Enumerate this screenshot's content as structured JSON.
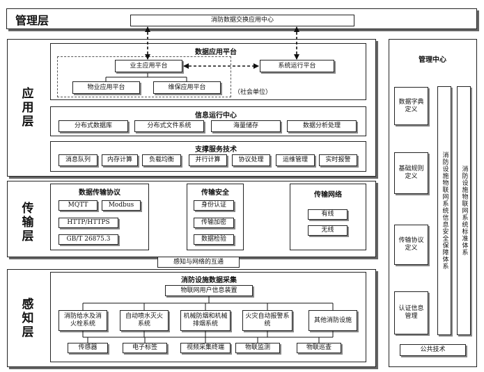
{
  "management": {
    "layer_label": "管理层",
    "exchange_center": "消防数据交换应用中心"
  },
  "application": {
    "layer_label": "应用层",
    "data_platform": {
      "title": "数据应用平台",
      "owner_platform": "业主应用平台",
      "property_platform": "物业应用平台",
      "maintenance_platform": "维保应用平台",
      "system_platform": "系统运行平台",
      "social_unit": "（社会单位）"
    },
    "info_center": {
      "title": "信息运行中心",
      "items": [
        "分布式数据库",
        "分布式文件系统",
        "海量储存",
        "数据分析处理"
      ]
    },
    "support": {
      "title": "支撑服务技术",
      "items": [
        "消息队列",
        "内存计算",
        "负载均衡",
        "并行计算",
        "协议处理",
        "运维管理",
        "实时报警"
      ]
    }
  },
  "transport": {
    "layer_label": "传输层",
    "protocols": {
      "title": "数据传输协议",
      "items": [
        "MQTT",
        "Modbus",
        "HTTP/HTTPS",
        "GB/T 26875.3"
      ]
    },
    "security": {
      "title": "传输安全",
      "items": [
        "身份认证",
        "传输加密",
        "数据检验"
      ]
    },
    "network": {
      "title": "传输网络",
      "items": [
        "有线",
        "无线"
      ]
    },
    "interconnect": "感知与网络的互通"
  },
  "perception": {
    "layer_label": "感知层",
    "title": "消防设施数据采集",
    "device": "物联网用户信息装置",
    "systems": [
      "消防给水及消火栓系统",
      "自动喷水灭火系统",
      "机械防烟和机械排烟系统",
      "火灾自动报警系统",
      "其他消防设施"
    ],
    "sensors": [
      "传感器",
      "电子标签",
      "视频采集终端",
      "物联监测",
      "物联巡查"
    ]
  },
  "center": {
    "title": "管理中心",
    "definitions": [
      "数据字典定义",
      "基础规则定义",
      "传输协议定义",
      "认证信息管理"
    ],
    "security_system": "消防设施物联网系统信息安全保障体系",
    "standard_system": "消防设施物联网系统标准体系",
    "public_tech": "公共技术"
  }
}
